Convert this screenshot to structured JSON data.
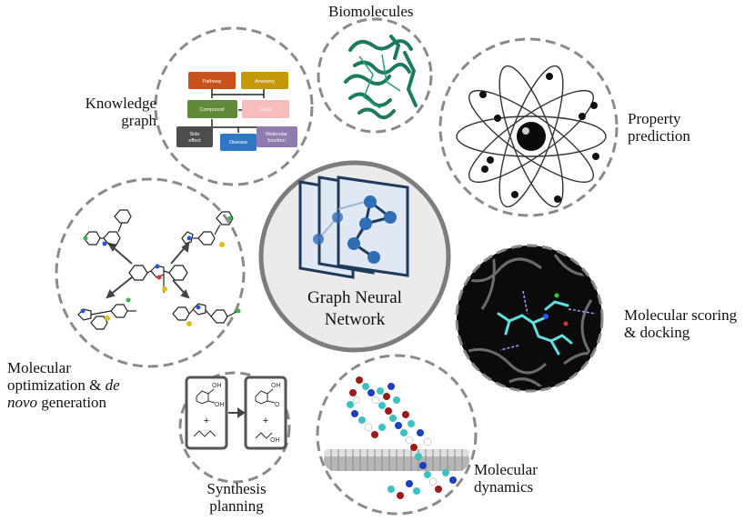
{
  "center": {
    "line1": "Graph Neural",
    "line2": "Network"
  },
  "labels": {
    "biomolecules": "Biomolecules",
    "knowledge_graph_1": "Knowledge",
    "knowledge_graph_2": "graph",
    "property_1": "Property",
    "property_2": "prediction",
    "scoring_1": "Molecular scoring",
    "scoring_2": "& docking",
    "optimization_1": "Molecular",
    "optimization_2a": "optimization & ",
    "optimization_2b": "de",
    "optimization_3a": "novo",
    "optimization_3b": " generation",
    "synthesis_1": "Synthesis",
    "synthesis_2": "planning",
    "dynamics_1": "Molecular",
    "dynamics_2": "dynamics"
  },
  "knowledge_graph_nodes": {
    "pathway": "Pathway",
    "anatomy": "Anatomy",
    "compound": "Compound",
    "gene": "Gene",
    "side_effect_1": "Side",
    "side_effect_2": "effect",
    "disease": "Disease",
    "molecular_function_1": "Molecular",
    "molecular_function_2": "function"
  },
  "synthesis_atoms": {
    "oh": "OH",
    "o": "O",
    "plus": "+"
  },
  "colors": {
    "pathway": "#c9511b",
    "anatomy": "#c59a0a",
    "compound": "#5f8a3a",
    "gene": "#f6bcbe",
    "side_effect": "#4d4d4d",
    "disease": "#2f78c4",
    "molecular_function": "#8f7bb0",
    "protein": "#1d7a5f",
    "gnn_node": "#2f6db5",
    "ring_dash": "#8a8a8a",
    "center_ring": "#7d7d7d",
    "center_fill": "#ebebeb"
  }
}
